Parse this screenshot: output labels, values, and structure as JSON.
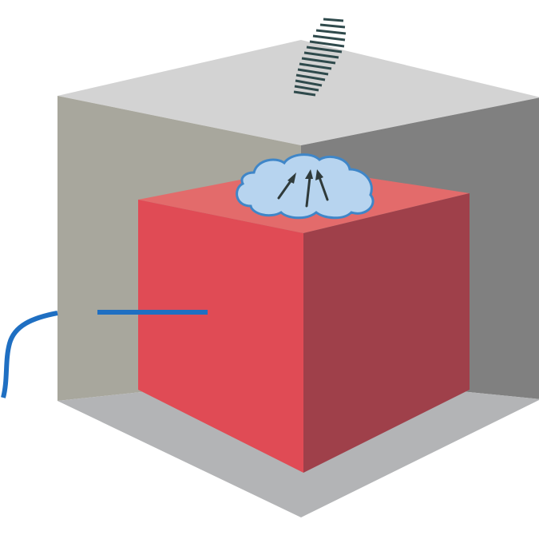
{
  "diagram": {
    "colors": {
      "background": "#ffffff",
      "outer_top": "#d3d3d3",
      "outer_left_wall": "#a8a79d",
      "outer_right_wall": "#808080",
      "outer_floor": "#b3b4b6",
      "inner_top": "#e36b6b",
      "inner_front": "#e04b55",
      "inner_right": "#9f404a",
      "vapor_fill": "#b7d4ef",
      "vapor_edge": "#3f86c8",
      "arrows": "#2f3a3a",
      "wire": "#1f6fc2",
      "vent_stripes": "#2f4a4c"
    },
    "icons": [
      "gray-enclosure-box",
      "red-inner-cube",
      "vapor-cloud-icon",
      "rising-arrows-icon",
      "vent-icon",
      "blue-wire"
    ]
  }
}
